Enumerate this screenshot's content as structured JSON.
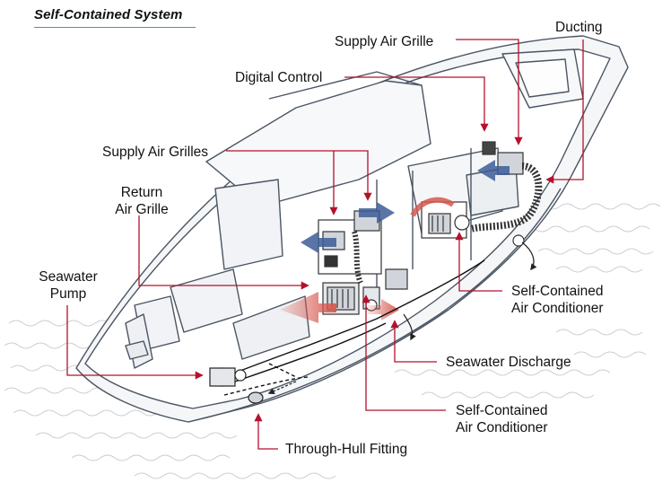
{
  "title": "Self-Contained System",
  "labels": {
    "ducting": "Ducting",
    "supply_air_grille": "Supply Air Grille",
    "digital_control": "Digital Control",
    "supply_air_grilles": "Supply Air Grilles",
    "return_air_grille": [
      "Return",
      "Air Grille"
    ],
    "seawater_pump": [
      "Seawater",
      "Pump"
    ],
    "self_contained_ac_upper": [
      "Self-Contained",
      "Air Conditioner"
    ],
    "seawater_discharge": "Seawater Discharge",
    "self_contained_ac_lower": [
      "Self-Contained",
      "Air Conditioner"
    ],
    "through_hull_fitting": "Through-Hull Fitting"
  },
  "colors": {
    "leader": "#b5102c",
    "hull_line": "#4b5563",
    "water": "#c8ccd2",
    "supply_arrow": "#3c5d97",
    "return_arrow": "#d6584f",
    "title_rule": "#3a9bb7"
  }
}
